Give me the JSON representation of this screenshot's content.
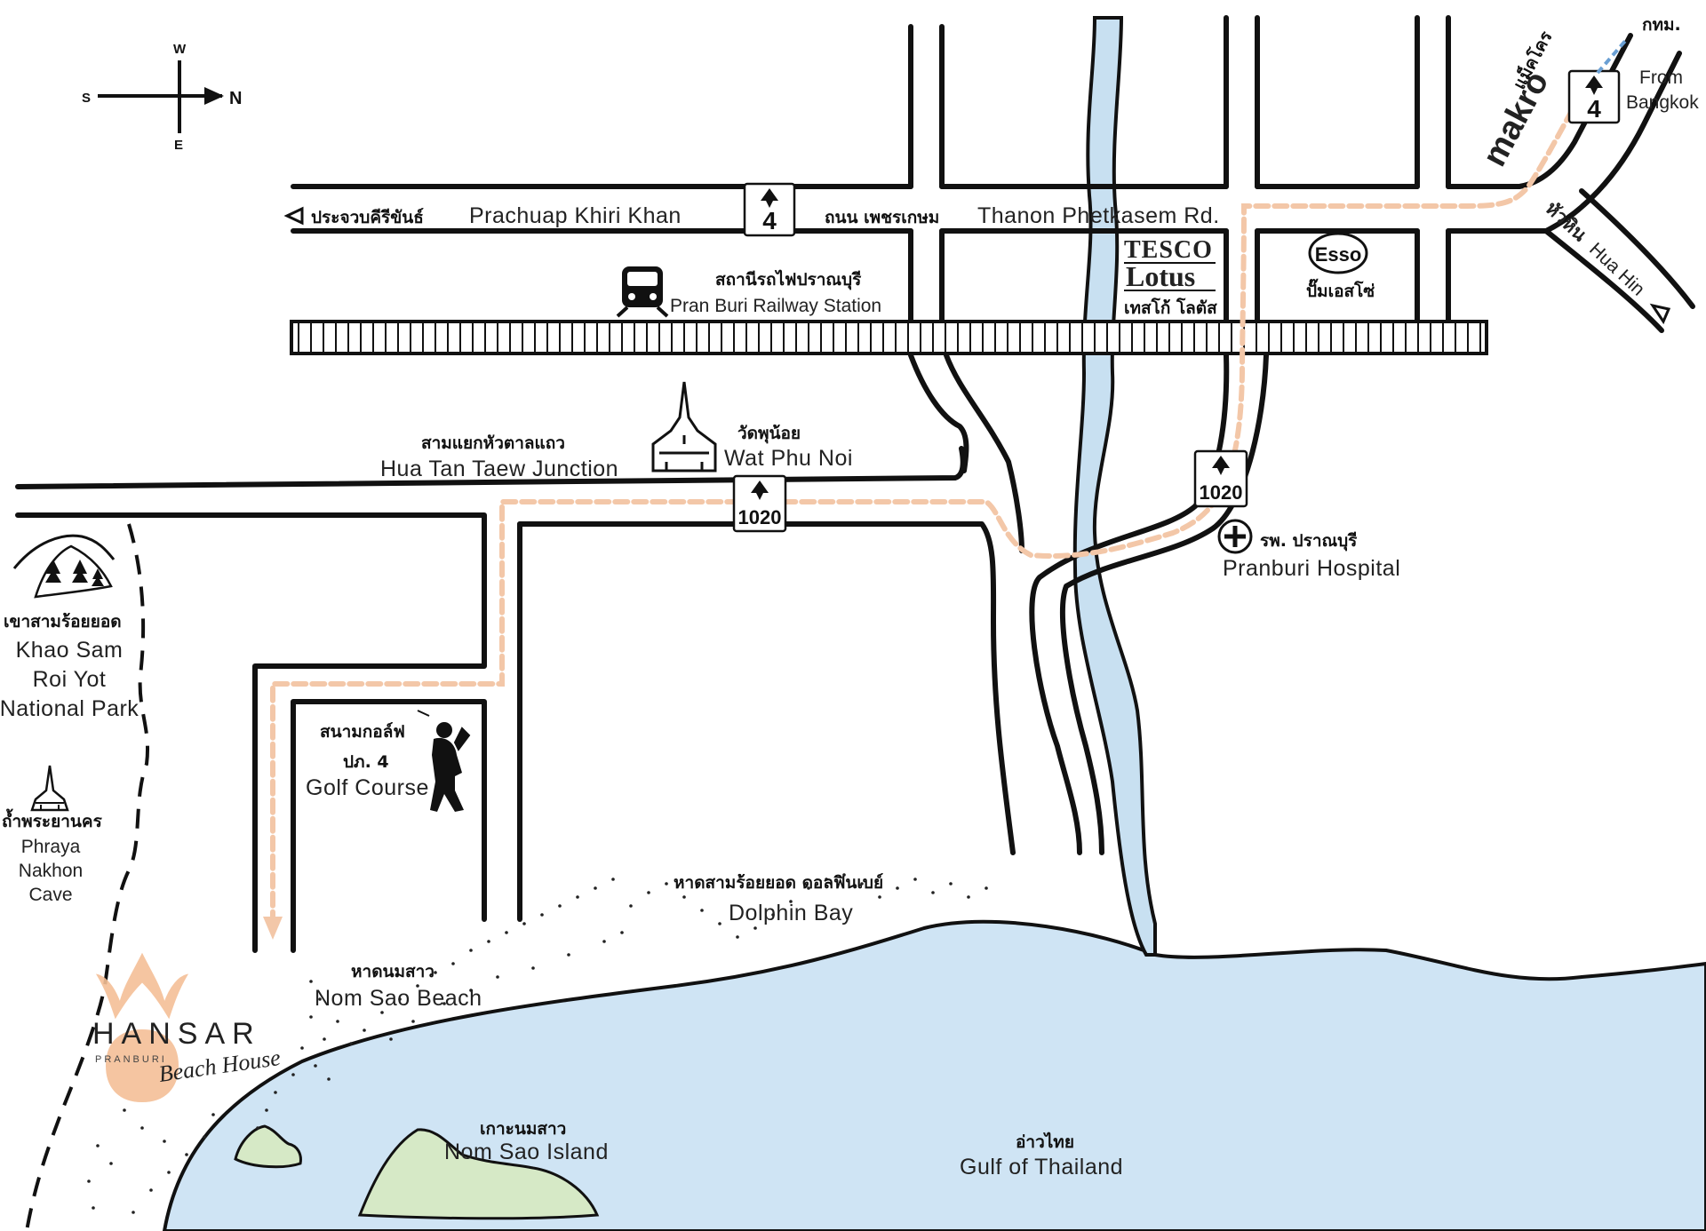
{
  "compass": {
    "north": "N",
    "south": "S",
    "west": "W",
    "east": "E"
  },
  "highway4": {
    "number": "4",
    "road_name_th": "ถนน เพชรเกษม",
    "road_name_en": "Thanon Phetkasem Rd."
  },
  "highway4_ne": {
    "number": "4"
  },
  "prachuap": {
    "th": "ประจวบคีรีขันธ์",
    "en": "Prachuap Khiri Khan"
  },
  "bangkok": {
    "th": "กทม.",
    "en_line1": "From",
    "en_line2": "Bangkok"
  },
  "makro": {
    "th": "แม็คโคร",
    "en": "makro"
  },
  "huahin": {
    "th": "หัวหิน",
    "en": "Hua Hin"
  },
  "tesco": {
    "line1": "TESCO",
    "line2": "Lotus",
    "th": "เทสโก้ โลตัส"
  },
  "esso": {
    "logo": "Esso",
    "th": "ปั๊มเอสโซ่"
  },
  "railway_station": {
    "th": "สถานีรถไฟปราณบุรี",
    "en": "Pran Buri Railway Station"
  },
  "junction": {
    "th": "สามแยกหัวตาลแถว",
    "en": "Hua Tan Taew Junction"
  },
  "temple": {
    "th": "วัดพุน้อย",
    "en": "Wat Phu Noi"
  },
  "route1020_a": {
    "number": "1020"
  },
  "route1020_b": {
    "number": "1020"
  },
  "hospital": {
    "th": "รพ. ปราณบุรี",
    "en": "Pranburi Hospital"
  },
  "national_park": {
    "th": "เขาสามร้อยยอด",
    "en_line1": "Khao Sam",
    "en_line2": "Roi Yot",
    "en_line3": "National Park"
  },
  "cave": {
    "th": "ถ้ำพระยานคร",
    "en_line1": "Phraya",
    "en_line2": "Nakhon",
    "en_line3": "Cave"
  },
  "golf": {
    "th_line1": "สนามกอล์ฟ",
    "th_line2": "ปภ. 4",
    "en": "Golf Course"
  },
  "dolphin_bay": {
    "th": "หาดสามร้อยยอด ดอลฟินเบย์",
    "en": "Dolphin Bay"
  },
  "nom_sao_beach": {
    "th": "หาดนมสาว",
    "en": "Nom Sao Beach"
  },
  "nom_sao_island": {
    "th": "เกาะนมสาว",
    "en": "Nom Sao Island"
  },
  "gulf": {
    "th": "อ่าวไทย",
    "en": "Gulf of Thailand"
  },
  "hotel": {
    "name": "HANSAR",
    "sub": "PRANBURI",
    "tagline": "Beach House"
  },
  "colors": {
    "sea": "#cfe4f4",
    "river": "#c8e0f1",
    "island": "#d6e9c6",
    "route": "#f3c7a8",
    "logo": "#f4bf97",
    "ink": "#111111"
  }
}
